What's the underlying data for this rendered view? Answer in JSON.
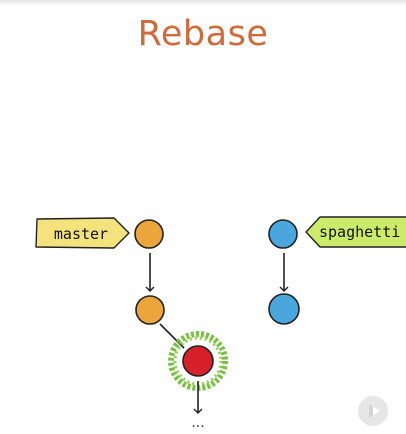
{
  "slide": {
    "title": "Rebase"
  },
  "branches": {
    "master": {
      "label": "master"
    },
    "spaghetti": {
      "label": "spaghetti"
    }
  },
  "continuation_label": "...",
  "colors": {
    "title": "#d06a3b",
    "master_commit": "#eaa53b",
    "spaghetti_commit": "#4aa7de",
    "highlighted_commit": "#d8202a",
    "highlight_ring": "#79c043",
    "master_tag": "#f4e27c",
    "spaghetti_tag": "#cdeb6b"
  },
  "icons": [
    "play-icon"
  ]
}
